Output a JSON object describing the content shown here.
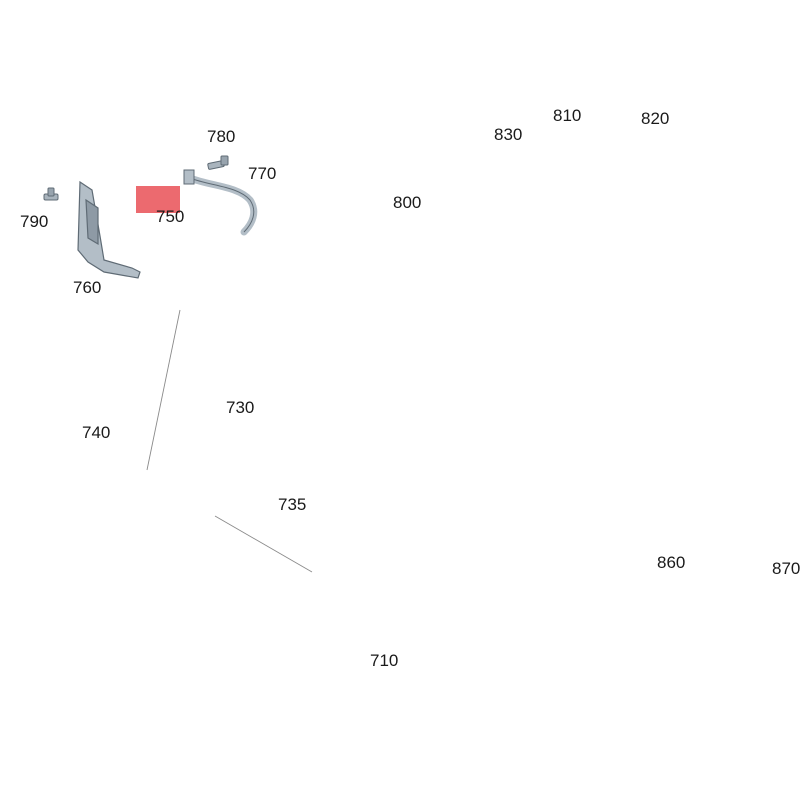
{
  "labels": {
    "p710": "710",
    "p730": "730",
    "p735": "735",
    "p740": "740",
    "p750": "750",
    "p760": "760",
    "p770": "770",
    "p780": "780",
    "p790": "790",
    "p800": "800",
    "p810": "810",
    "p820": "820",
    "p830": "830",
    "p860": "860",
    "p870": "870"
  },
  "colors": {
    "part_fill": "#b3bec7",
    "part_shade": "#8e9aa5",
    "part_edge": "#5f6b75",
    "highlight": "#ec6a6f",
    "leader": "#7a7a7a"
  },
  "highlighted_part": "750"
}
